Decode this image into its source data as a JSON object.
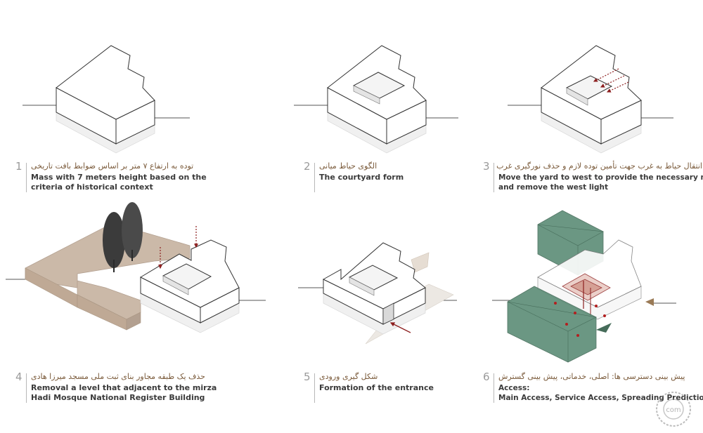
{
  "steps": [
    {
      "number": "1",
      "persian": "توده به ارتفاع ۷ متر بر اساس ضوابط بافت تاریخی",
      "english_1": "Mass with 7 meters height based on the",
      "english_2": "criteria of historical context"
    },
    {
      "number": "2",
      "persian": "الگوی حیاط میانی",
      "english_1": "The courtyard form",
      "english_2": ""
    },
    {
      "number": "3",
      "persian": "انتقال حیاط به غرب جهت تأمین توده لازم و حذف نورگیری غرب",
      "english_1": "Move the yard to west to provide the necessary mass",
      "english_2": "and remove the west light"
    },
    {
      "number": "4",
      "persian": "حذف یک طبقه مجاور بنای ثبت ملی مسجد میرزا هادی",
      "english_1": "Removal a level that adjacent to the mirza",
      "english_2": "Hadi Mosque National Register Building"
    },
    {
      "number": "5",
      "persian": "شکل گیری ورودی",
      "english_1": "Formation of the entrance",
      "english_2": ""
    },
    {
      "number": "6",
      "persian": "پیش بینی دسترسی ها: اصلی، خدماتی، پیش بینی گسترش",
      "english_1": "Access:",
      "english_2": "Main Access, Service Access, Spreading Prediction"
    }
  ],
  "colors": {
    "mass_face": "#ffffff",
    "mass_edge": "#333333",
    "ground_line": "#555555",
    "neighbor_tan": "#cbb9a8",
    "access_green": "#5f8f79",
    "service_red": "#8c1f1f",
    "caption_text": "#3a3a3a",
    "persian_text": "#7a5a3a"
  },
  "watermark": "com"
}
